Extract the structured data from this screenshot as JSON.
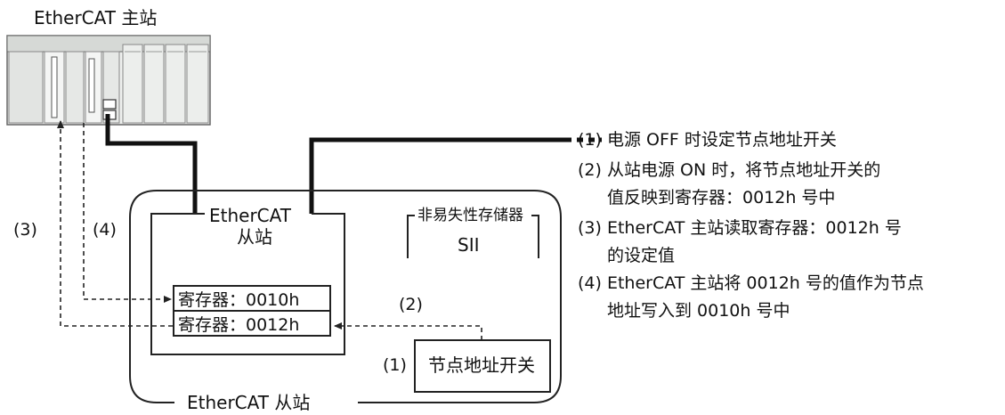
{
  "master": {
    "title": "EtherCAT 主站"
  },
  "slave_node": {
    "title_line1": "EtherCAT",
    "title_line2": "从站",
    "outer_label": "EtherCAT 从站"
  },
  "nonvolatile": {
    "label": "非易失性存储器",
    "sii": "SII"
  },
  "registers": {
    "reg_0010": "寄存器：0010h",
    "reg_0012": "寄存器：0012h"
  },
  "switch": {
    "marker": "(1)",
    "label": "节点地址开关"
  },
  "arrows": {
    "label_3": "(3)",
    "label_4": "(4)",
    "label_2": "(2)"
  },
  "steps": [
    "(1) 电源 OFF 时设定节点地址开关",
    "(2) 从站电源 ON 时，将节点地址开关的",
    "值反映到寄存器：0012h 号中",
    "(3) EtherCAT 主站读取寄存器：0012h 号",
    "的设定值",
    "(4) EtherCAT 主站将 0012h 号的值作为节点",
    "地址写入到 0010h 号中"
  ]
}
